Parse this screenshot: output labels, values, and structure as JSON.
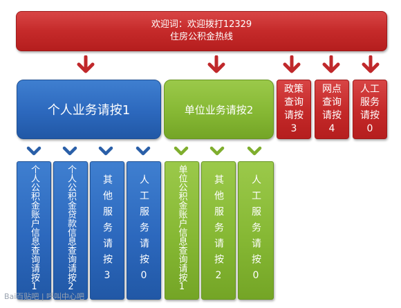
{
  "welcome": {
    "line1": "欢迎词：欢迎拨打12329",
    "line2": "住房公积金热线"
  },
  "level1": {
    "personal": "个人业务请按1",
    "unit": "单位业务请按2",
    "policy": "政策查询请按3",
    "branch": "网点查询请按4",
    "manual": "人工服务请按0"
  },
  "personal_options": [
    "个人公积金账户信息查询请按1",
    "个人公积金贷款信息查询请按2",
    "其他服务请按3",
    "人工服务请按0"
  ],
  "unit_options": [
    "单位公积金账户信息查询请按1",
    "其他服务请按2",
    "人工服务请按0"
  ],
  "watermark": "Bai百贴吧 | 呼叫中心吧",
  "colors": {
    "red": "#c52a2a",
    "blue": "#2c68bd",
    "green": "#86b834",
    "arrow_red": "#c0282b",
    "chevron_blue": "#2a5fa8",
    "chevron_green": "#7fae2e"
  }
}
